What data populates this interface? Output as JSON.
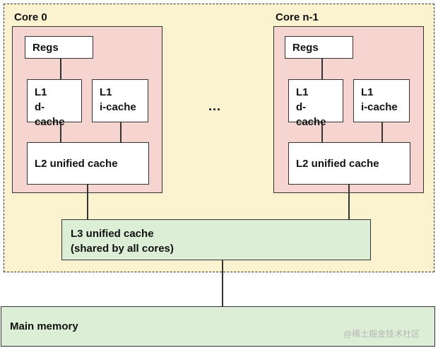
{
  "chip": {
    "cores": [
      {
        "title": "Core 0",
        "regs": "Regs",
        "l1d": [
          "L1",
          "d-cache"
        ],
        "l1i": [
          "L1",
          "i-cache"
        ],
        "l2": "L2 unified cache"
      },
      {
        "title": "Core n-1",
        "regs": "Regs",
        "l1d": [
          "L1",
          "d-cache"
        ],
        "l1i": [
          "L1",
          "i-cache"
        ],
        "l2": "L2 unified cache"
      }
    ],
    "ellipsis": "...",
    "l3": [
      "L3 unified cache",
      "(shared by all cores)"
    ]
  },
  "main_memory": "Main memory",
  "watermark": "@稀土掘金技术社区",
  "colors": {
    "chip_fill": "#fbf3cf",
    "core_fill": "#f6d4d0",
    "cache_fill": "#ffffff",
    "shared_fill": "#dcefd6",
    "stroke": "#333333"
  }
}
